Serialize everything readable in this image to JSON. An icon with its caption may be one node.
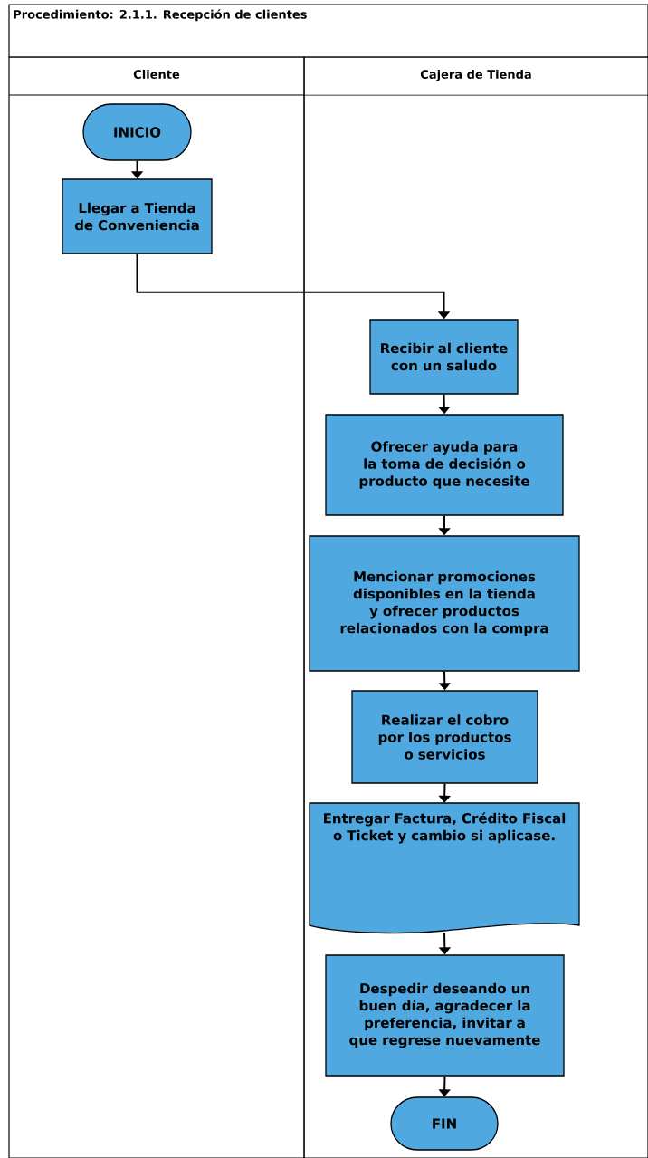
{
  "diagram": {
    "title": "Procedimiento: 2.1.1. Recepción de clientes",
    "nodes": [
      {
        "text": [
          "Cliente"
        ]
      },
      {
        "text": [
          "Cajera de Tienda"
        ]
      },
      {
        "text": [
          "INICIO"
        ],
        "in": 0
      },
      {
        "text": [
          "Llegar a Tienda de Conveniencia"
        ],
        "in": 0
      },
      {
        "text": [
          "Recibir al cliente con un saludo"
        ],
        "in": 1
      },
      {
        "text": [
          "Ofrecer ayuda para la toma de decisión o producto que necesite"
        ],
        "in": 1
      },
      {
        "text": [
          "Mencionar promociones disponibles en la tienda y ofrecer productos relacionados con la compra"
        ],
        "in": 1
      },
      {
        "text": [
          "Realizar el cobro por los productos o servicios"
        ],
        "in": 1
      },
      {
        "text": [
          "Entregar Factura, Crédito Fiscal o Ticket y cambio si aplicase."
        ],
        "in": 1
      },
      {
        "text": [
          "Despedir deseando un buen día, agradecer la preferencia, invitar a que regrese nuevamente"
        ],
        "in": 1
      },
      {
        "text": [
          "FIN"
        ],
        "in": 1
      }
    ],
    "edges": [
      {
        "from": 2,
        "to": 3,
        "arrow": "to"
      },
      {
        "from": 3,
        "to": 4,
        "arrow": "to"
      },
      {
        "from": 4,
        "to": 5,
        "arrow": "to"
      },
      {
        "from": 5,
        "to": 6,
        "arrow": "to"
      },
      {
        "from": 6,
        "to": 7,
        "arrow": "to"
      },
      {
        "from": 7,
        "to": 8,
        "arrow": "to"
      },
      {
        "from": 8,
        "to": 9,
        "arrow": "to"
      },
      {
        "from": 9,
        "to": 10,
        "arrow": "to"
      }
    ]
  }
}
